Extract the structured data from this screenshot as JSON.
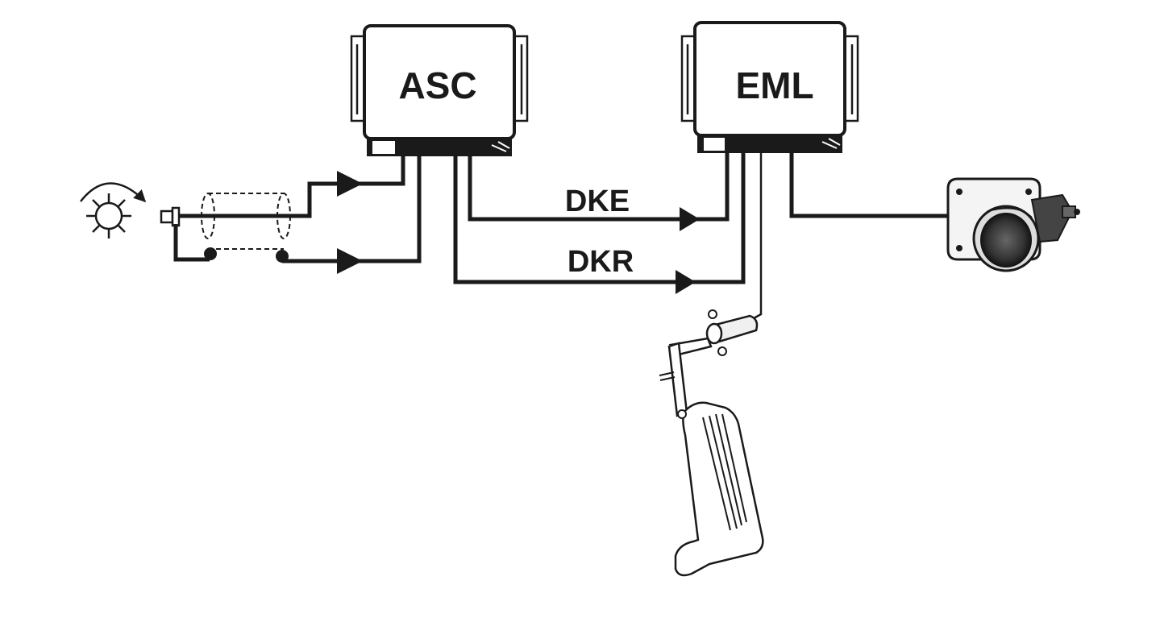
{
  "modules": {
    "asc": {
      "label": "ASC"
    },
    "eml": {
      "label": "EML"
    }
  },
  "signals": {
    "dke": {
      "label": "DKE"
    },
    "dkr": {
      "label": "DKR"
    }
  },
  "components": {
    "wheel_speed_sensor": {
      "icon": "wheel-speed-sensor-icon"
    },
    "throttle_body": {
      "icon": "throttle-body-icon"
    },
    "accelerator_pedal": {
      "icon": "accelerator-pedal-icon"
    }
  },
  "colors": {
    "ink": "#1a1a1a",
    "background": "#ffffff"
  }
}
